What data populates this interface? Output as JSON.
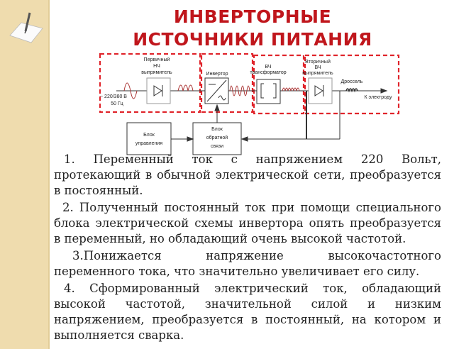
{
  "slide": {
    "title_line1": "ИНВЕРТОРНЫЕ",
    "title_line2": "ИСТОЧНИКИ ПИТАНИЯ",
    "accent_color": "#c0161c",
    "sidebar_color": "#efdcae",
    "sidebar_icon": "pen-and-paper-icon"
  },
  "diagram": {
    "primary_rectifier": [
      "Первичный",
      "НЧ",
      "выпрямитель"
    ],
    "input": [
      "~ 220/380 В",
      "50 Гц"
    ],
    "inverter": "Инвертор",
    "transformer": [
      "ВЧ",
      "трансформатор"
    ],
    "secondary_rectifier": [
      "Вторичный",
      "ВЧ",
      "выпрямитель"
    ],
    "choke": "Дроссель",
    "output": "К электроду",
    "control_block": [
      "Блок",
      "управления"
    ],
    "feedback_block": [
      "Блок",
      "обратной",
      "связи"
    ]
  },
  "paragraphs": [
    "1. Переменный ток с напряжением 220 Вольт, протекающий в обычной электрической сети, преобразуется в постоянный.",
    "2. Полученный постоянный ток при помощи специального блока электрической схемы инвертора опять преобразуется в переменный, но обладающий очень высокой частотой.",
    "3.Понижается напряжение высокочастотного переменного тока, что значительно увеличивает его силу.",
    "4. Сформированный электрический ток, обладающий высокой частотой, значительной силой и низким напряжением, преобразуется в постоянный, на котором и выполняется сварка."
  ]
}
